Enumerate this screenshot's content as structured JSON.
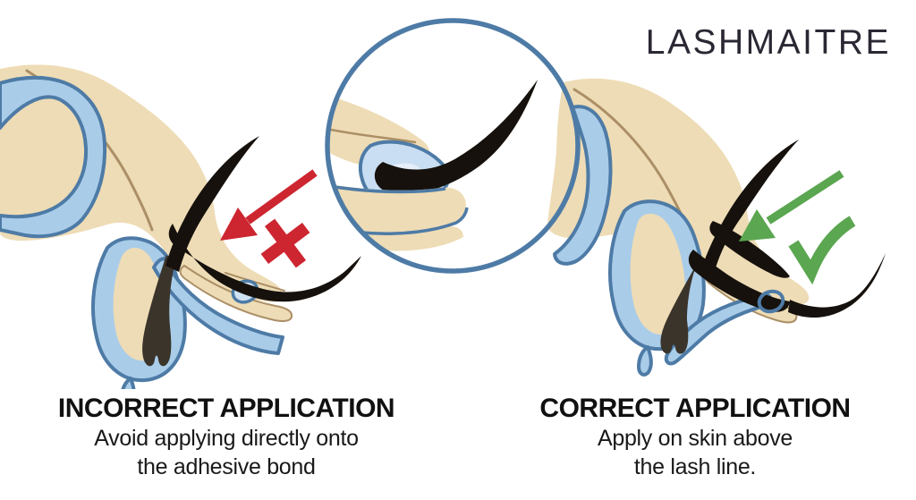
{
  "brand": "LASHMAITRE",
  "panels": {
    "incorrect": {
      "heading": "INCORRECT APPLICATION",
      "line1": "Avoid applying directly onto",
      "line2": "the adhesive bond",
      "marker": "cross"
    },
    "correct": {
      "heading": "CORRECT APPLICATION",
      "line1": "Apply on skin above",
      "line2": "the lash line.",
      "marker": "check"
    }
  },
  "magnifier": {
    "content": "close-up of lash extension bonded at the lash line"
  },
  "colors": {
    "background": "#ffffff",
    "skin": "#eedcb6",
    "skin_line": "#ab8f66",
    "membrane_fill": "#a9cce9",
    "membrane_light": "#c9def2",
    "membrane_line": "#4e7ba6",
    "lash": "#16110c",
    "follicle": "#3a342b",
    "incorrect": "#cd2630",
    "correct": "#5ba650",
    "ink": "#191919",
    "brand_ink": "#2b2733"
  }
}
